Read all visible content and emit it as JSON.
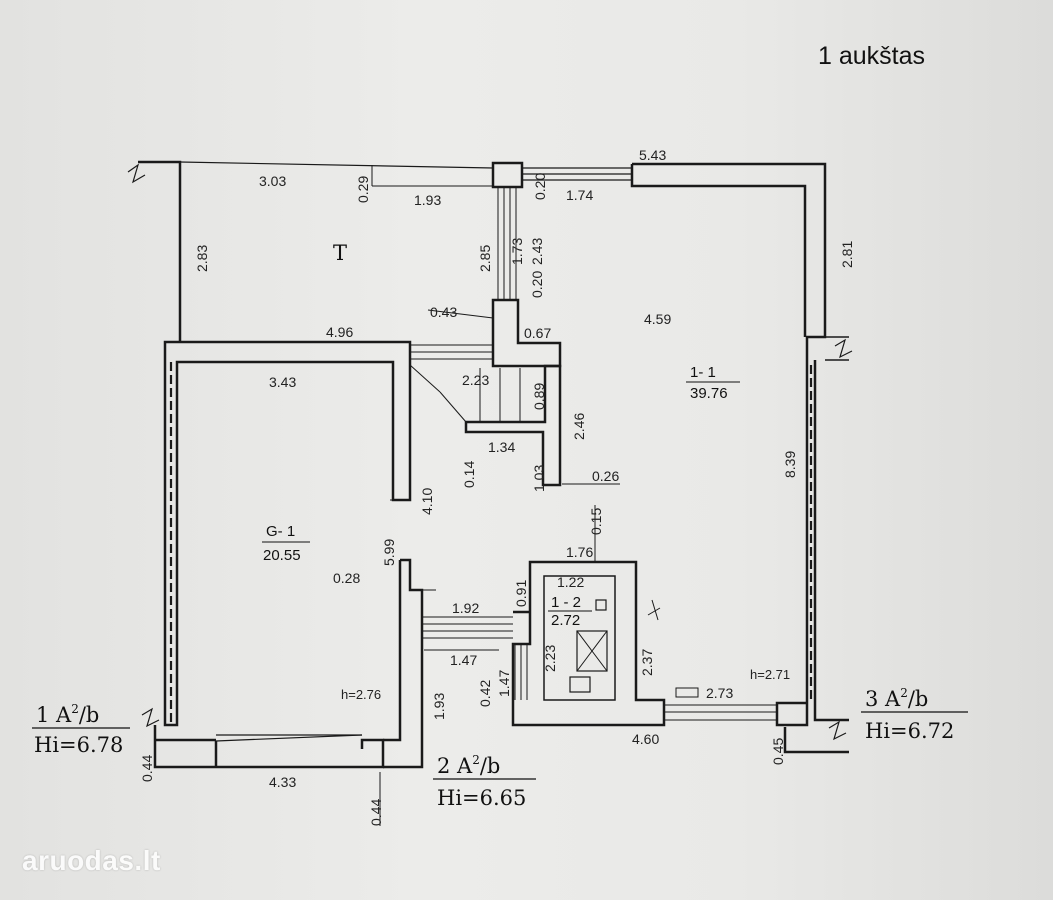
{
  "title": "1 aukštas",
  "watermark": "aruodas.lt",
  "rooms": {
    "terrace": {
      "label": "T"
    },
    "garage": {
      "code": "G- 1",
      "area": "20.55"
    },
    "living": {
      "code": "1- 1",
      "area": "39.76"
    },
    "bath": {
      "code": "1 - 2",
      "area": "2.72"
    }
  },
  "heights": {
    "garage": "h=2.76",
    "living": "h=2.71"
  },
  "corners": {
    "c1": {
      "label": "1 A",
      "sup": "2",
      "suffix": "/b",
      "hi": "Hi=6.78"
    },
    "c2": {
      "label": "2 A",
      "sup": "2",
      "suffix": "/b",
      "hi": "Hi=6.65"
    },
    "c3": {
      "label": "3 A",
      "sup": "2",
      "suffix": "/b",
      "hi": "Hi=6.72"
    }
  },
  "dimensions": {
    "d_303": "3.03",
    "d_029": "0.29",
    "d_193a": "1.93",
    "d_020a": "0.20",
    "d_174": "1.74",
    "d_543": "5.43",
    "d_283": "2.83",
    "d_285": "2.85",
    "d_173": "1.73",
    "d_243": "2.43",
    "d_020b": "0.20",
    "d_281": "2.81",
    "d_043a": "0.43",
    "d_459": "4.59",
    "d_496": "4.96",
    "d_067": "0.67",
    "d_343": "3.43",
    "d_223a": "2.23",
    "d_089": "0.89",
    "d_246": "2.46",
    "d_134": "1.34",
    "d_014": "0.14",
    "d_103": "1.03",
    "d_026": "0.26",
    "d_839": "8.39",
    "d_410": "4.10",
    "d_015": "0.15",
    "d_599": "5.99",
    "d_176": "1.76",
    "d_028": "0.28",
    "d_122": "1.22",
    "d_091": "0.91",
    "d_192": "1.92",
    "d_223b": "2.23",
    "d_237": "2.37",
    "d_147a": "1.47",
    "d_042": "0.42",
    "d_147b": "1.47",
    "d_193b": "1.93",
    "d_273": "2.73",
    "d_460": "4.60",
    "d_044a": "0.44",
    "d_433": "4.33",
    "d_044b": "0.44",
    "d_045": "0.45"
  }
}
